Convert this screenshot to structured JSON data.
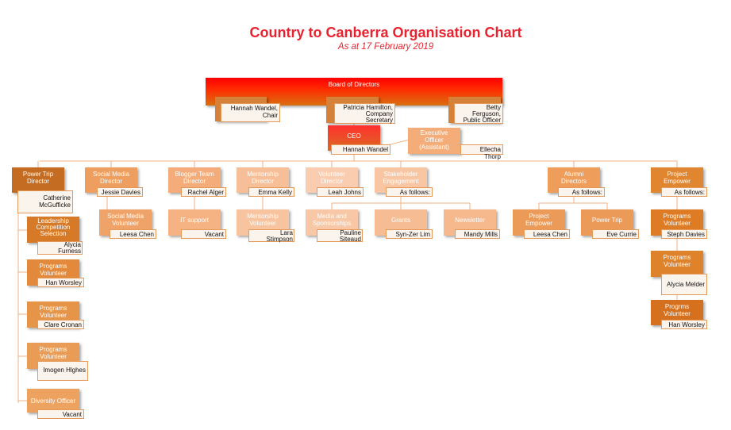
{
  "header": {
    "title": "Country to Canberra Organisation Chart",
    "subtitle": "As at 17 February 2019"
  },
  "board": {
    "title": "Board of Directors",
    "members": [
      "Hannah Wandel,\nChair",
      "Patricia Hamilton,\nCompany\nSecretary",
      "Betty\nFerguson,\nPublic Officer"
    ]
  },
  "ceo": {
    "title": "CEO",
    "name": "Hannah Wandel"
  },
  "exec": {
    "title": "Executive Officer (Assistant)",
    "name": "Ellecha Thorp"
  },
  "row1": [
    {
      "title": "Power Trip Director",
      "name": "Catherine\nMcGufficke"
    },
    {
      "title": "Social Media Director",
      "name": "Jessie Davies"
    },
    {
      "title": "Blogger Team Director",
      "name": "Rachel Alger"
    },
    {
      "title": "Mentorship Director",
      "name": "Emma Kelly"
    },
    {
      "title": "Volunteer Director",
      "name": "Leah Johns"
    },
    {
      "title": "Stakeholder Engagement",
      "name": "As follows:"
    },
    {
      "title": "Alumni Directors",
      "name": "As follows:"
    },
    {
      "title": "Project Empower",
      "name": "As follows:"
    }
  ],
  "row2": [
    {
      "title": "Social Media Volunteer",
      "name": "Leesa Chen"
    },
    {
      "title": "IT support",
      "name": "Vacant"
    },
    {
      "title": "Mentorship Volunteer",
      "name": "Lara\nStimpson"
    },
    {
      "title": "Media and Sponsorships",
      "name": "Pauline\nSiteaud"
    },
    {
      "title": "Grants",
      "name": "Syn-Zer Lim"
    },
    {
      "title": "Newsletter",
      "name": "Mandy Mills"
    },
    {
      "title": "Project Empower",
      "name": "Leesa Chen"
    },
    {
      "title": "Power Trip",
      "name": "Eve Currie"
    },
    {
      "title": "Programs Volunteer",
      "name": "Steph Davies"
    }
  ],
  "left": [
    {
      "title": "Leadership Competition Selection",
      "name": "Alycia\nFurness"
    },
    {
      "title": "Programs Volunteer",
      "name": "Han Worsley"
    },
    {
      "title": "Programs Volunteer",
      "name": "Clare Cronan"
    },
    {
      "title": "Programs Volunteer",
      "name": "Imogen Hlghes"
    },
    {
      "title": "Diversity Officer",
      "name": "Vacant"
    }
  ],
  "right": [
    {
      "title": "Programs Volunteer",
      "name": "Alycia Melder"
    },
    {
      "title": "Progrms Volunteer",
      "name": "Han Worsley"
    }
  ],
  "colors": {
    "title": "#e8232f",
    "line": "#f2a36a"
  }
}
